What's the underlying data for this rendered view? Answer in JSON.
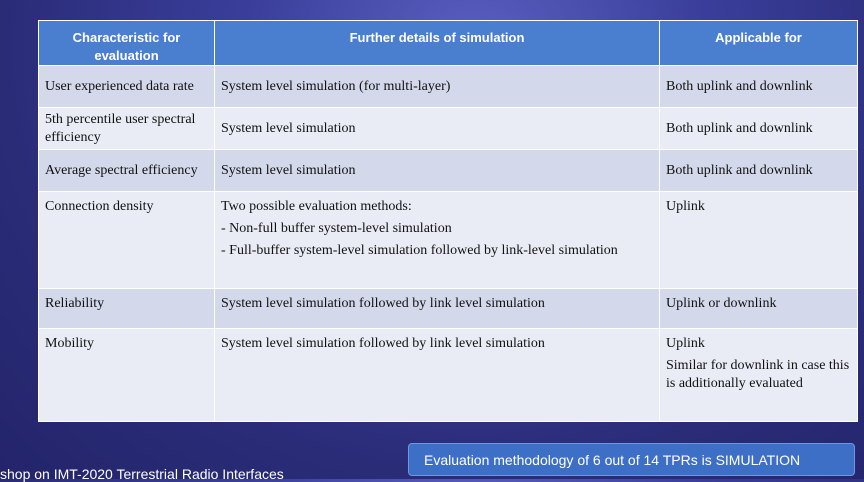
{
  "table": {
    "headers": [
      "Characteristic for evaluation",
      "Further details of simulation",
      "Applicable for"
    ],
    "rows": [
      {
        "characteristic": "User experienced data rate",
        "details": [
          "System level simulation (for multi-layer)"
        ],
        "applicable": [
          "Both uplink and downlink"
        ]
      },
      {
        "characteristic": "5th percentile user spectral efficiency",
        "details": [
          "System level simulation"
        ],
        "applicable": [
          "Both uplink and downlink"
        ]
      },
      {
        "characteristic": "Average spectral efficiency",
        "details": [
          "System level simulation"
        ],
        "applicable": [
          "Both uplink and downlink"
        ]
      },
      {
        "characteristic": "Connection density",
        "details": [
          "Two possible evaluation methods:",
          "- Non-full buffer system-level simulation",
          "- Full-buffer system-level simulation followed by link-level simulation"
        ],
        "applicable": [
          "Uplink"
        ]
      },
      {
        "characteristic": "Reliability",
        "details": [
          "System level simulation followed by link level simulation"
        ],
        "applicable": [
          "Uplink or downlink"
        ]
      },
      {
        "characteristic": "Mobility",
        "details": [
          "System level simulation followed by link level simulation"
        ],
        "applicable": [
          "Uplink",
          "Similar for downlink in case this is additionally evaluated"
        ]
      }
    ]
  },
  "banner": "Evaluation methodology of 6 out of 14 TPRs is SIMULATION",
  "footer": "shop on IMT-2020 Terrestrial Radio Interfaces"
}
